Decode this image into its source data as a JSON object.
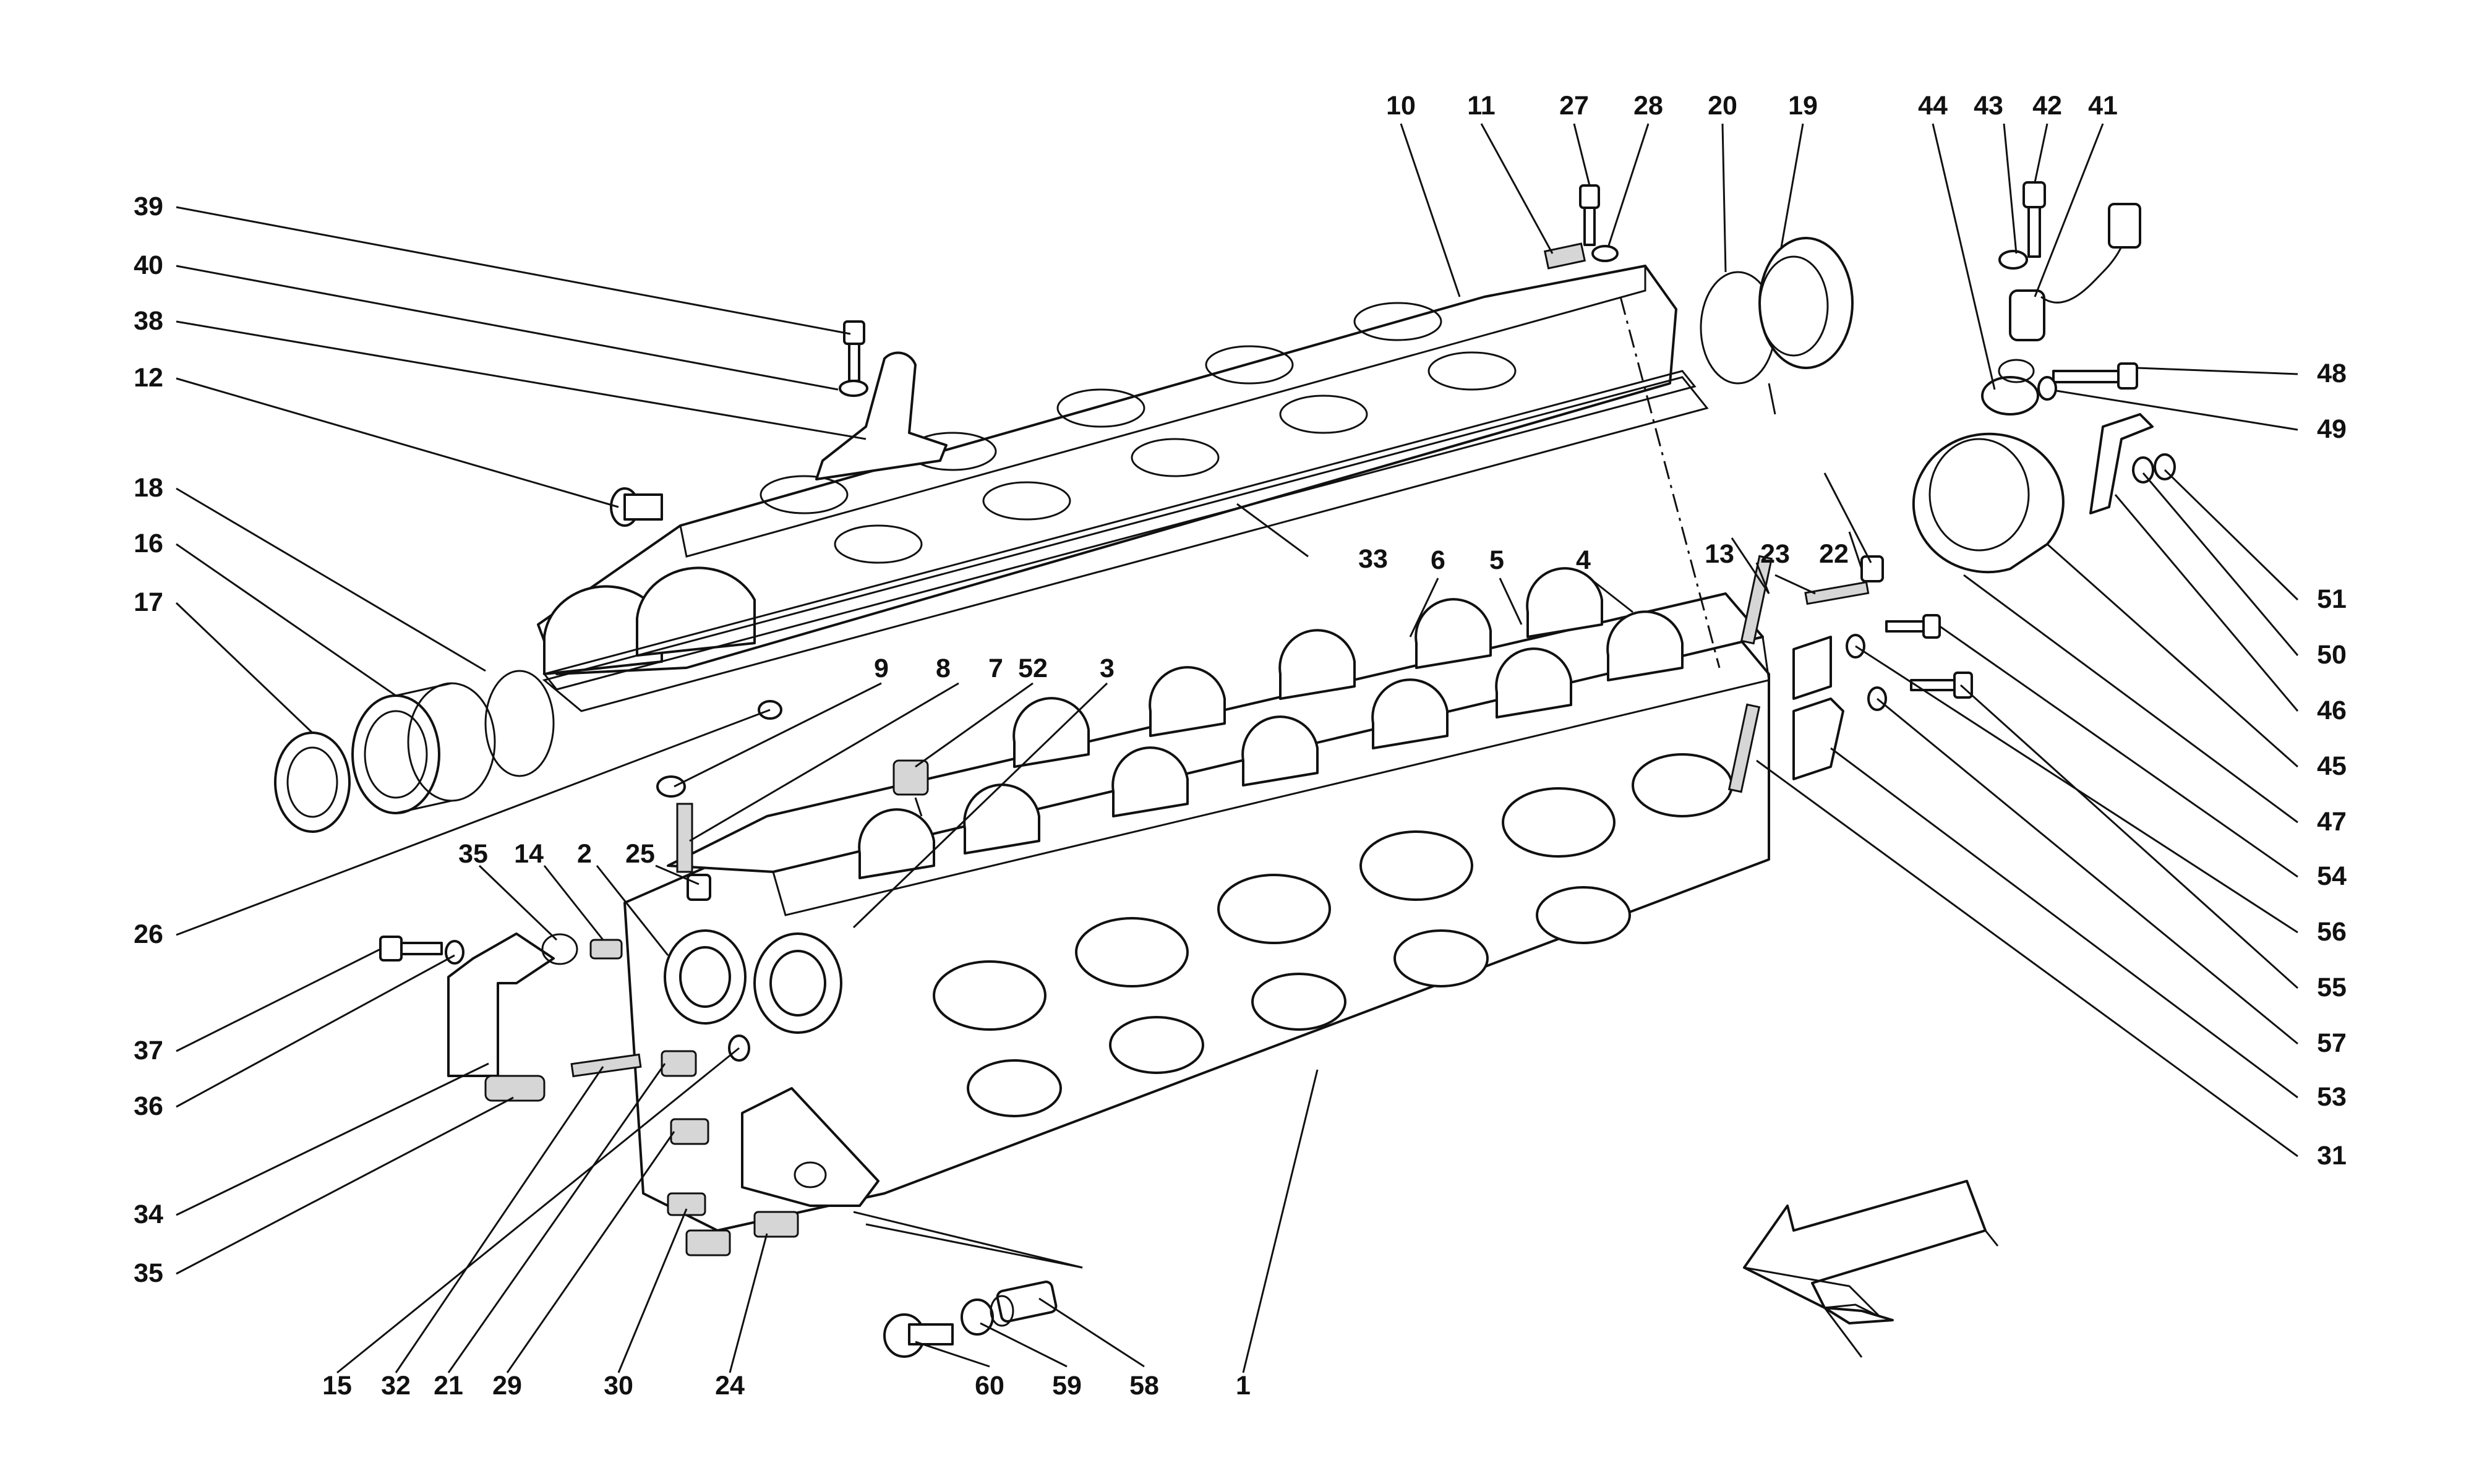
{
  "diagram": {
    "callouts": [
      "1",
      "2",
      "3",
      "4",
      "5",
      "6",
      "7",
      "8",
      "9",
      "10",
      "11",
      "12",
      "13",
      "14",
      "15",
      "16",
      "17",
      "18",
      "19",
      "20",
      "21",
      "22",
      "23",
      "24",
      "25",
      "26",
      "27",
      "28",
      "29",
      "30",
      "31",
      "32",
      "33",
      "34",
      "35",
      "35",
      "36",
      "37",
      "38",
      "39",
      "40",
      "41",
      "42",
      "43",
      "44",
      "45",
      "46",
      "47",
      "48",
      "49",
      "50",
      "51",
      "52",
      "53",
      "54",
      "55",
      "56",
      "57",
      "58",
      "59",
      "60"
    ],
    "arrow_direction": "lower-left"
  }
}
